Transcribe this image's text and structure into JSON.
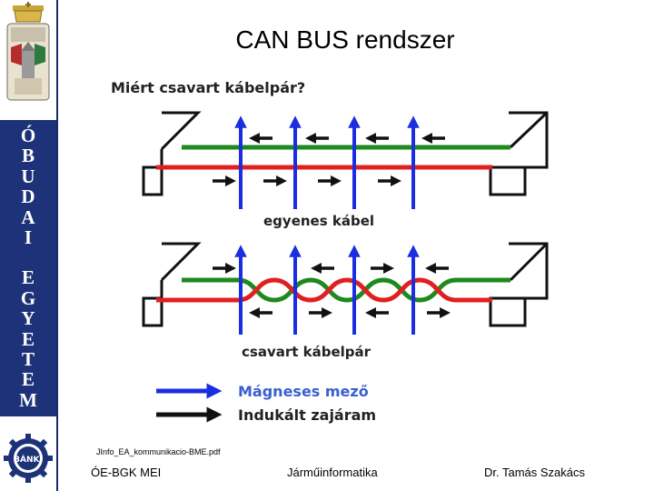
{
  "slide": {
    "title": "CAN BUS rendszer",
    "filename": "JInfo_EA_kommunikacio-BME.pdf"
  },
  "sidebar": {
    "letters_top": [
      "Ó",
      "B",
      "U",
      "D",
      "A",
      "I"
    ],
    "letters_bottom": [
      "E",
      "G",
      "Y",
      "E",
      "T",
      "E",
      "M"
    ],
    "logo_text": "BÁNKI"
  },
  "diagram": {
    "heading": "Miért csavart kábelpár?",
    "straight_label": "egyenes kábel",
    "twisted_label": "csavart kábelpár",
    "legend": {
      "magnetic": "Mágneses mező",
      "induced": "Indukált zajáram"
    }
  },
  "colors": {
    "navy": "#1d3278",
    "green": "#1e8a1e",
    "red": "#e02020",
    "blue": "#1a2ee0",
    "black": "#111111",
    "legend_blue_text": "#3a5fd0"
  },
  "footer": {
    "left": "ÓE-BGK MEI",
    "center": "Járműinformatika",
    "right": "Dr. Tamás Szakács"
  }
}
